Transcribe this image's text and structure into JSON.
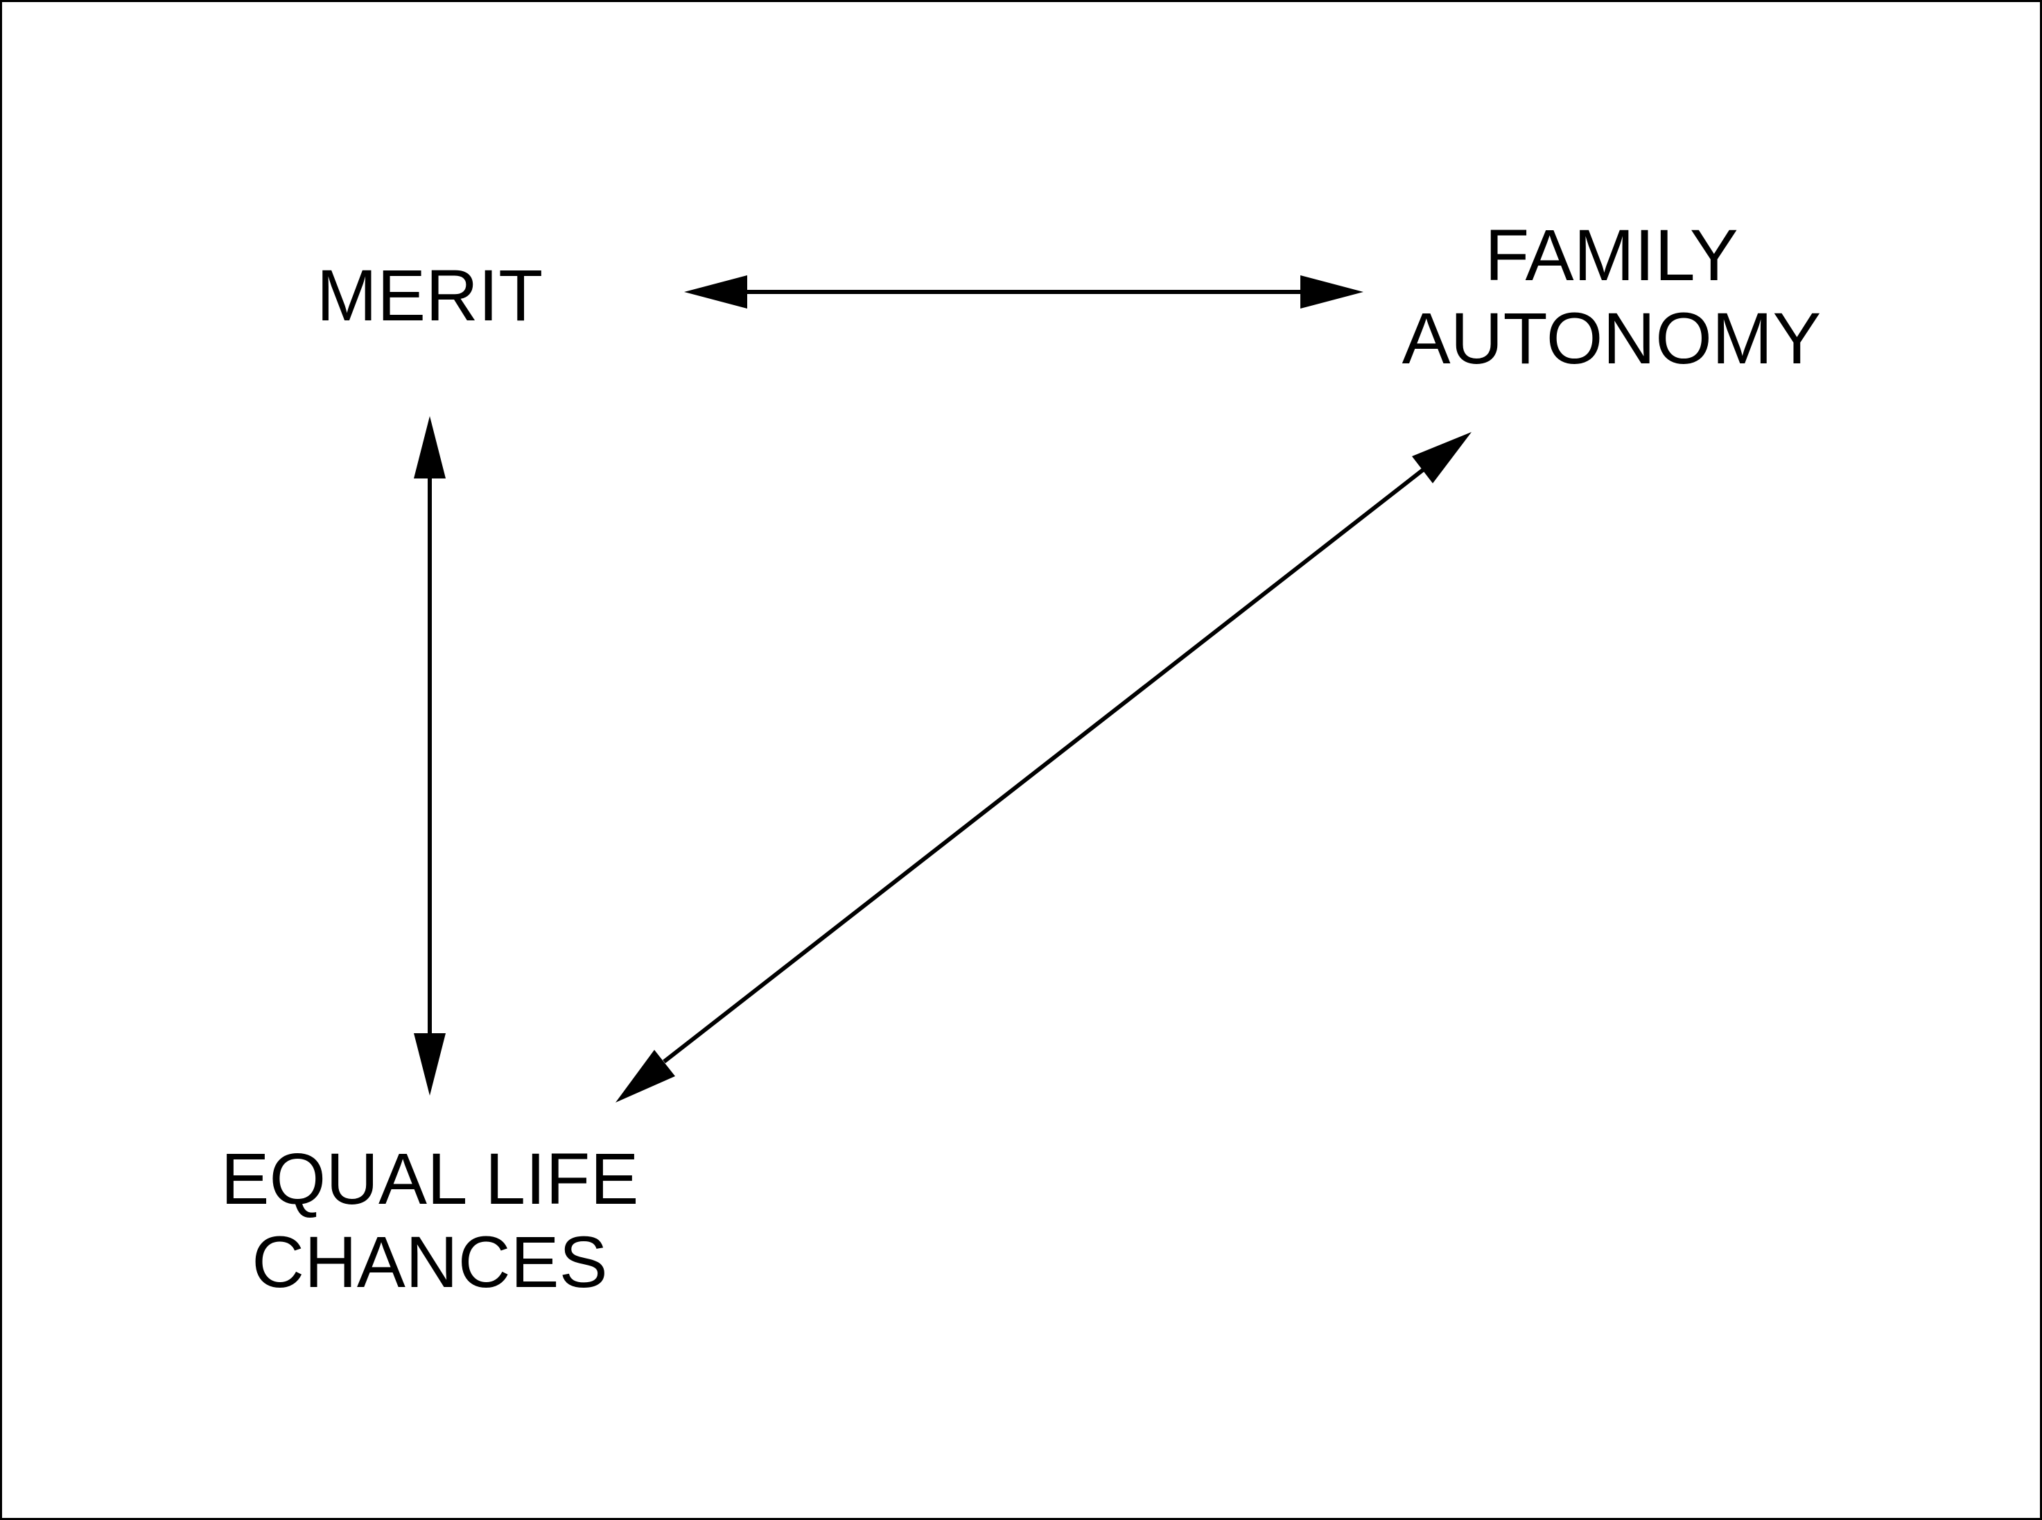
{
  "diagram": {
    "colors": {
      "ink": "#000000",
      "background": "#ffffff"
    },
    "nodes": {
      "merit": {
        "lines": [
          "MERIT"
        ]
      },
      "family_autonomy": {
        "lines": [
          "FAMILY",
          "AUTONOMY"
        ]
      },
      "equal_life_chances": {
        "lines": [
          "EQUAL LIFE",
          "CHANCES"
        ]
      }
    },
    "edges": [
      {
        "from": "MERIT",
        "to": "FAMILY AUTONOMY",
        "direction": "bidirectional"
      },
      {
        "from": "MERIT",
        "to": "EQUAL LIFE CHANCES",
        "direction": "bidirectional"
      },
      {
        "from": "FAMILY AUTONOMY",
        "to": "EQUAL LIFE CHANCES",
        "direction": "bidirectional"
      }
    ]
  }
}
